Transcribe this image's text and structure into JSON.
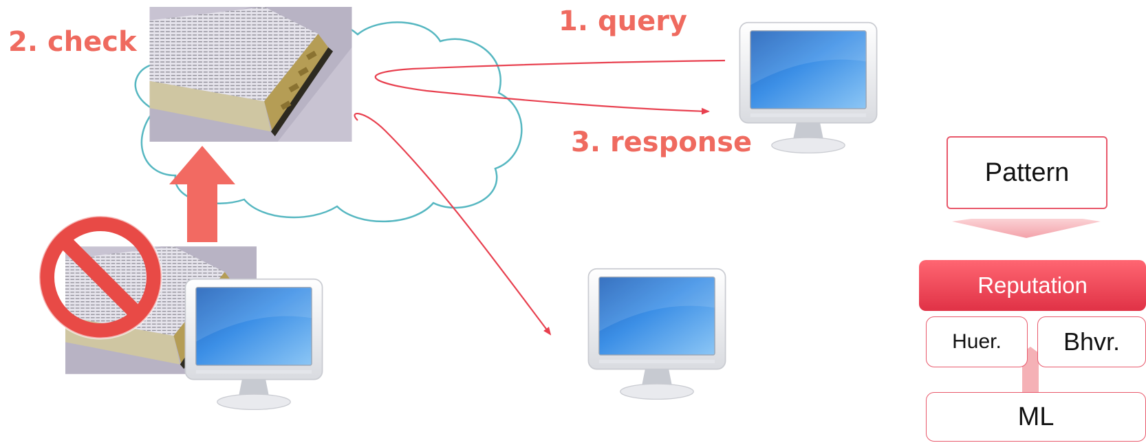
{
  "steps": {
    "check": "2. check",
    "query": "1. query",
    "response": "3. response"
  },
  "pipeline": {
    "pattern": "Pattern",
    "reputation": "Reputation",
    "heuristic": "Huer.",
    "behavior": "Bhvr.",
    "ml": "ML"
  },
  "colors": {
    "accent": "#ef6a5f",
    "arrow": "#e8404f",
    "cloud_outline": "#56b7c1",
    "monitor_screen": "#2f7fd6",
    "reputation_fill": "#e23a4c"
  },
  "icons": {
    "blocked": "prohibition-sign-icon",
    "database": "book-icon",
    "computer": "monitor-icon"
  }
}
